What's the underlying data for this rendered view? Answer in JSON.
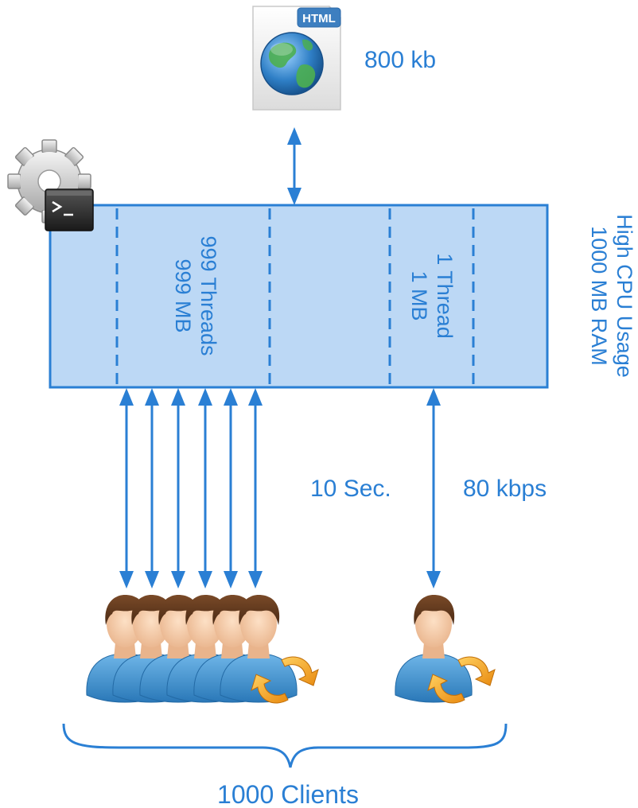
{
  "file": {
    "badge": "HTML",
    "size_label": "800 kb"
  },
  "server": {
    "segment_left": {
      "line1": "999 Threads",
      "line2": "999 MB"
    },
    "segment_right": {
      "line1": "1 Thread",
      "line2": "1 MB"
    },
    "side_line1": "High CPU Usage",
    "side_line2": "1000 MB RAM"
  },
  "links": {
    "duration_label": "10 Sec.",
    "speed_label": "80 kbps"
  },
  "clients": {
    "group_label": "1000 Clients"
  },
  "colors": {
    "accent": "#2a7fd4",
    "server_fill": "#bcd8f5",
    "person_body": "#3a8cc8",
    "exchange_arrow": "#f0a020"
  },
  "icons": {
    "file": "html-file-globe-icon",
    "process": "gear-terminal-icon",
    "client": "user-exchange-icon"
  }
}
